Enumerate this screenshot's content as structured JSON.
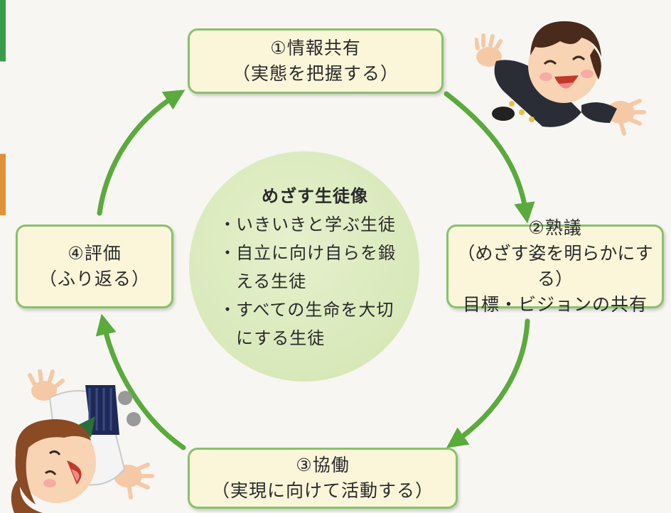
{
  "cycle": {
    "step1": {
      "title": "①情報共有",
      "detail": "（実態を把握する）"
    },
    "step2": {
      "title": "②熟議",
      "detail": "（めざす姿を明らかにする）",
      "extra": "目標・ビジョンの共有"
    },
    "step3": {
      "title": "③協働",
      "detail": "（実現に向けて活動する）"
    },
    "step4": {
      "title": "④評価",
      "detail": "（ふり返る）"
    }
  },
  "center": {
    "title": "めざす生徒像",
    "bullet": "・",
    "items": [
      {
        "line1": "いきいきと学ぶ生徒",
        "line2": ""
      },
      {
        "line1": "自立に向け自らを鍛",
        "line2": "える生徒"
      },
      {
        "line1": "すべての生命を大切",
        "line2": "にする生徒"
      }
    ]
  },
  "colors": {
    "arrow": "#5aaa3c",
    "box_fill": "#fbf6d9",
    "box_border": "#88c26a",
    "circle": "#d7e8b8"
  },
  "characters": [
    "boy-student-illustration",
    "girl-student-illustration"
  ]
}
